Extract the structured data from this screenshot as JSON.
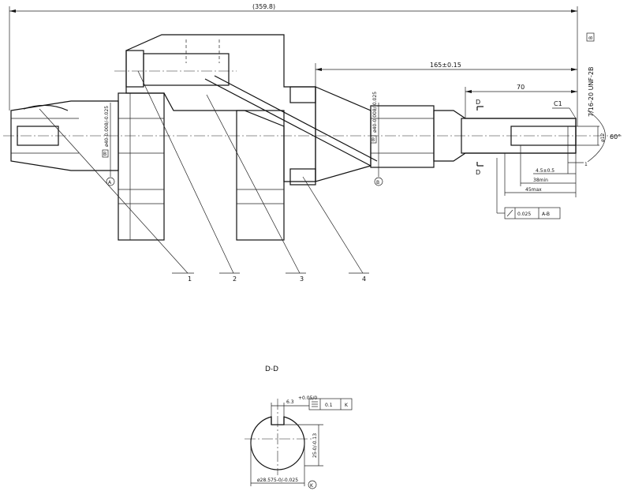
{
  "overall_length": "(359.8)",
  "dim_165": "165±0.15",
  "dim_70": "70",
  "thread": "7/16-20 UNF-2B",
  "thread_datum": "B",
  "chamfer": "C1",
  "angle": "60°",
  "dia_12": "ø12",
  "dim_1": "1",
  "dim_45": "4.5±0.5",
  "dim_38": "38min",
  "dim_45max": "45max",
  "runout_value": "0.025",
  "runout_datum": "A-B",
  "journal_dia_left": "ø40-0.008/-0.025",
  "journal_dia_right": "ø40-0.008/-0.025",
  "datum_left_box": "B",
  "datum_right_box": "B",
  "datum_A": "A",
  "datum_B": "B",
  "section_mark": "D",
  "section_title": "D-D",
  "key_width": "6.3",
  "key_tol": "+0.05/0",
  "sym_value": "0.1",
  "sym_datum": "K",
  "dim_25": "25-0/-0.13",
  "dia_28": "ø28.575-0/-0.025",
  "datum_K": "K",
  "callouts": [
    "1",
    "2",
    "3",
    "4"
  ]
}
